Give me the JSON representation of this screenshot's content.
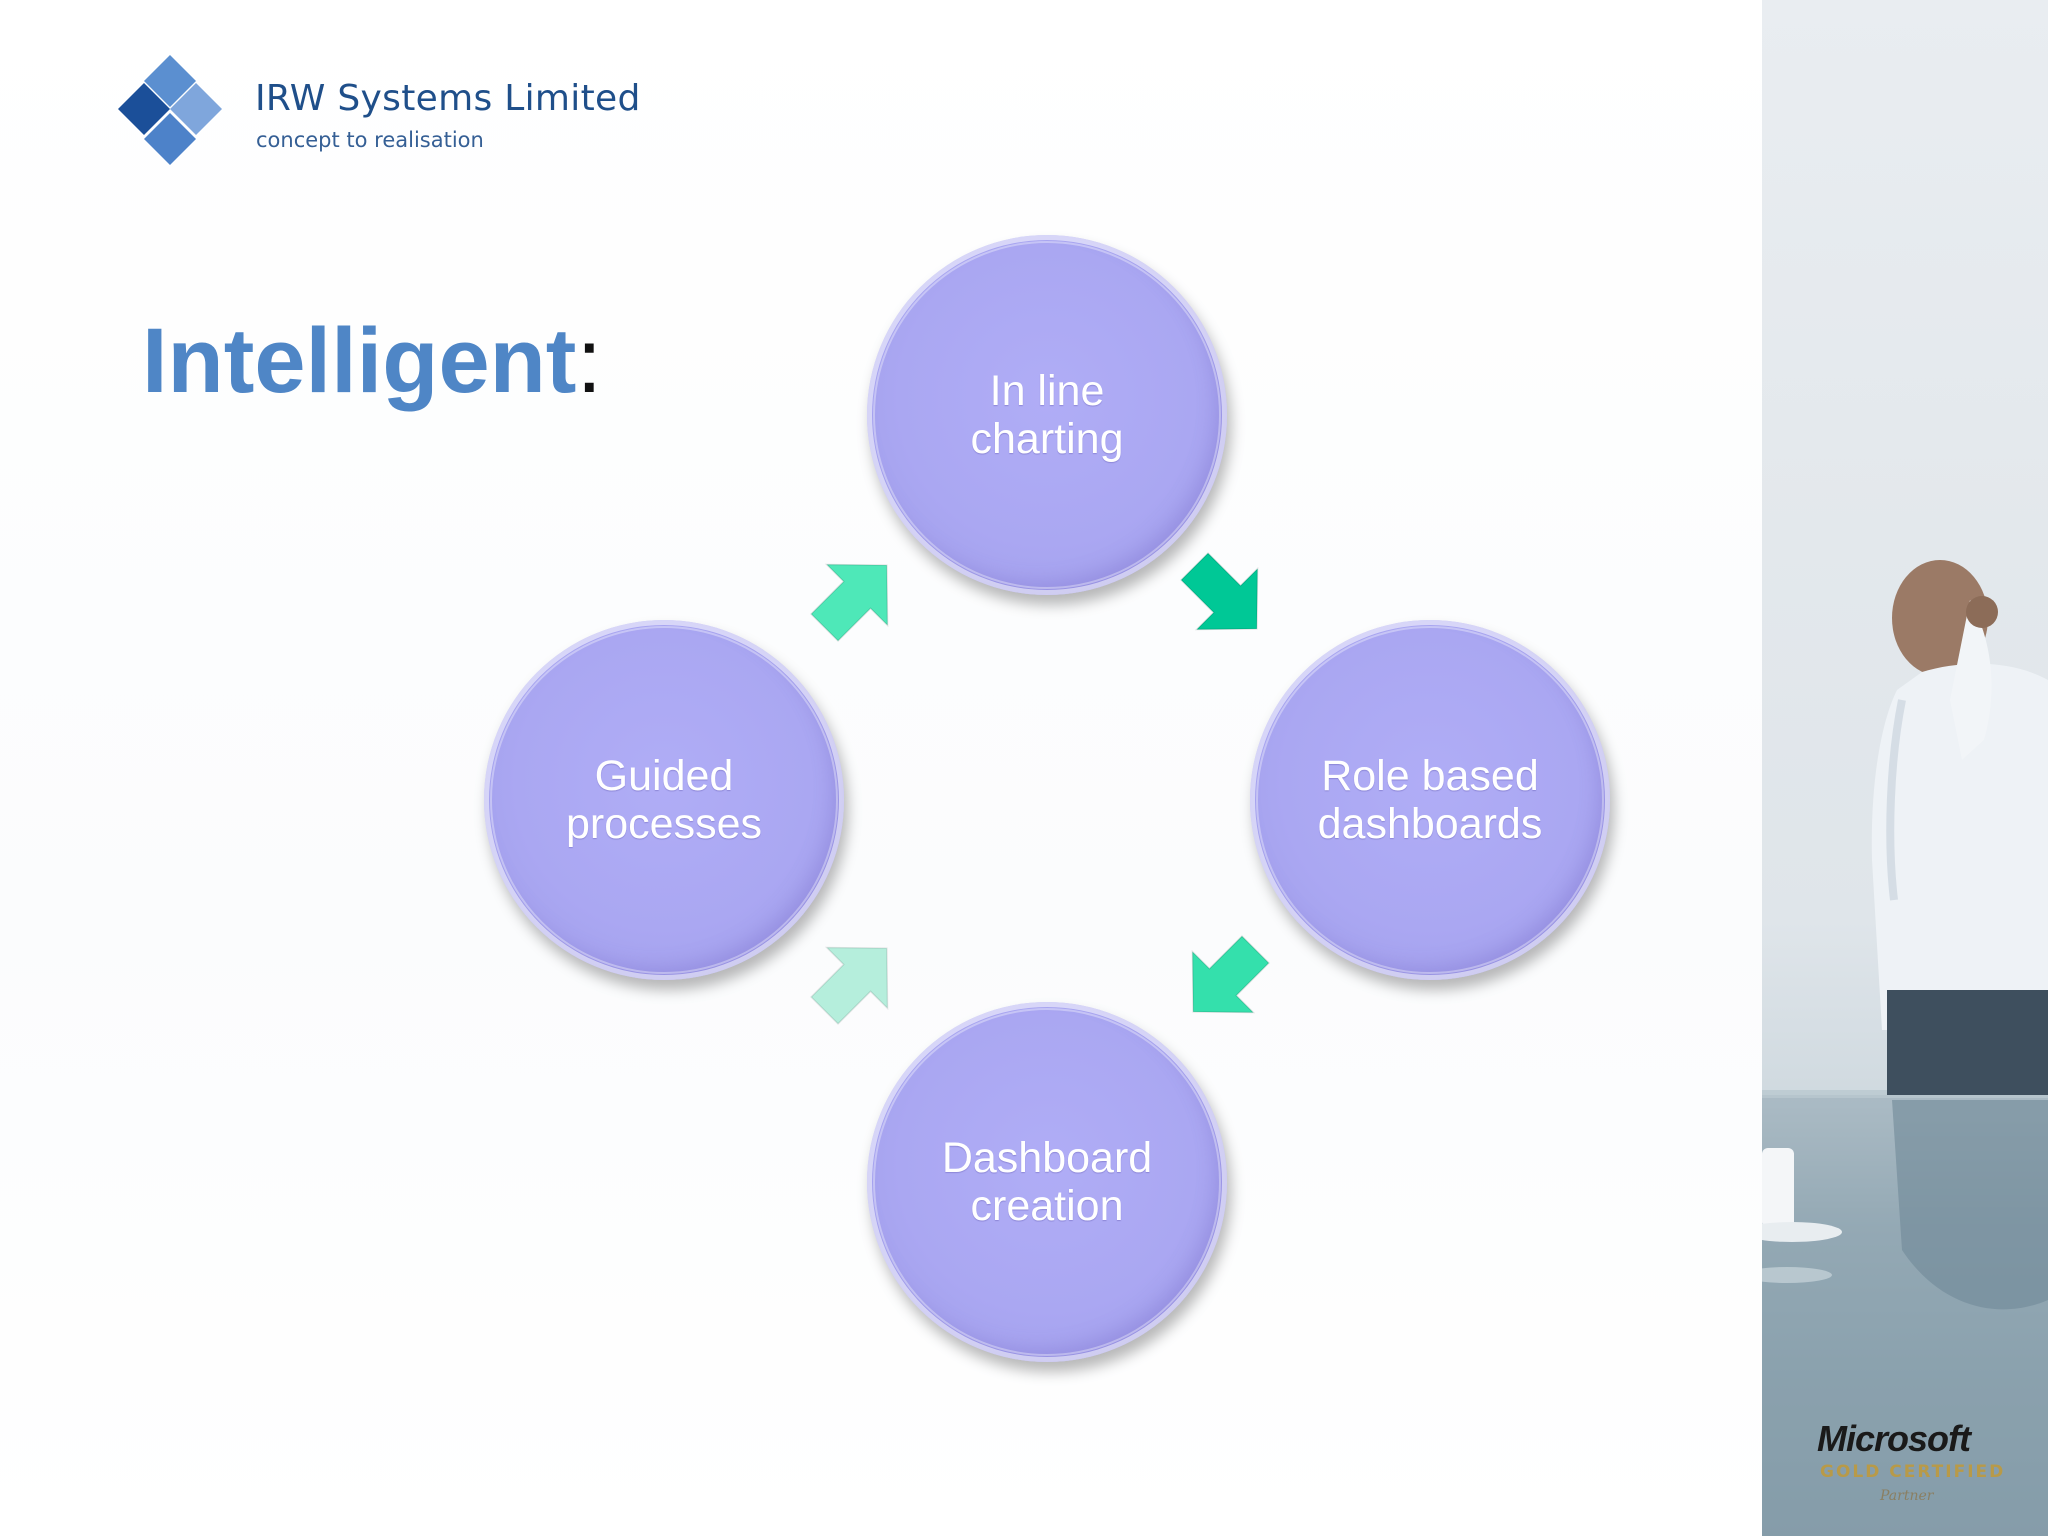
{
  "brand": {
    "name": "IRW Systems Limited",
    "tagline": "concept to realisation"
  },
  "heading": {
    "title": "Intelligent",
    "suffix": ":"
  },
  "diagram": {
    "nodes": [
      {
        "label_line1": "In line",
        "label_line2": "charting"
      },
      {
        "label_line1": "Role based",
        "label_line2": "dashboards"
      },
      {
        "label_line1": "Dashboard",
        "label_line2": "creation"
      },
      {
        "label_line1": "Guided",
        "label_line2": "processes"
      }
    ],
    "arrow_colors": [
      "#00c896",
      "#34e0ac",
      "#b5eedc",
      "#4ee8b8"
    ]
  },
  "badge": {
    "brand": "Microsoft",
    "level": "GOLD CERTIFIED",
    "type": "Partner"
  },
  "colors": {
    "brand_blue": "#1f4f8a",
    "heading_blue": "#4f86c6",
    "node_fill": "#aaa7f2"
  }
}
